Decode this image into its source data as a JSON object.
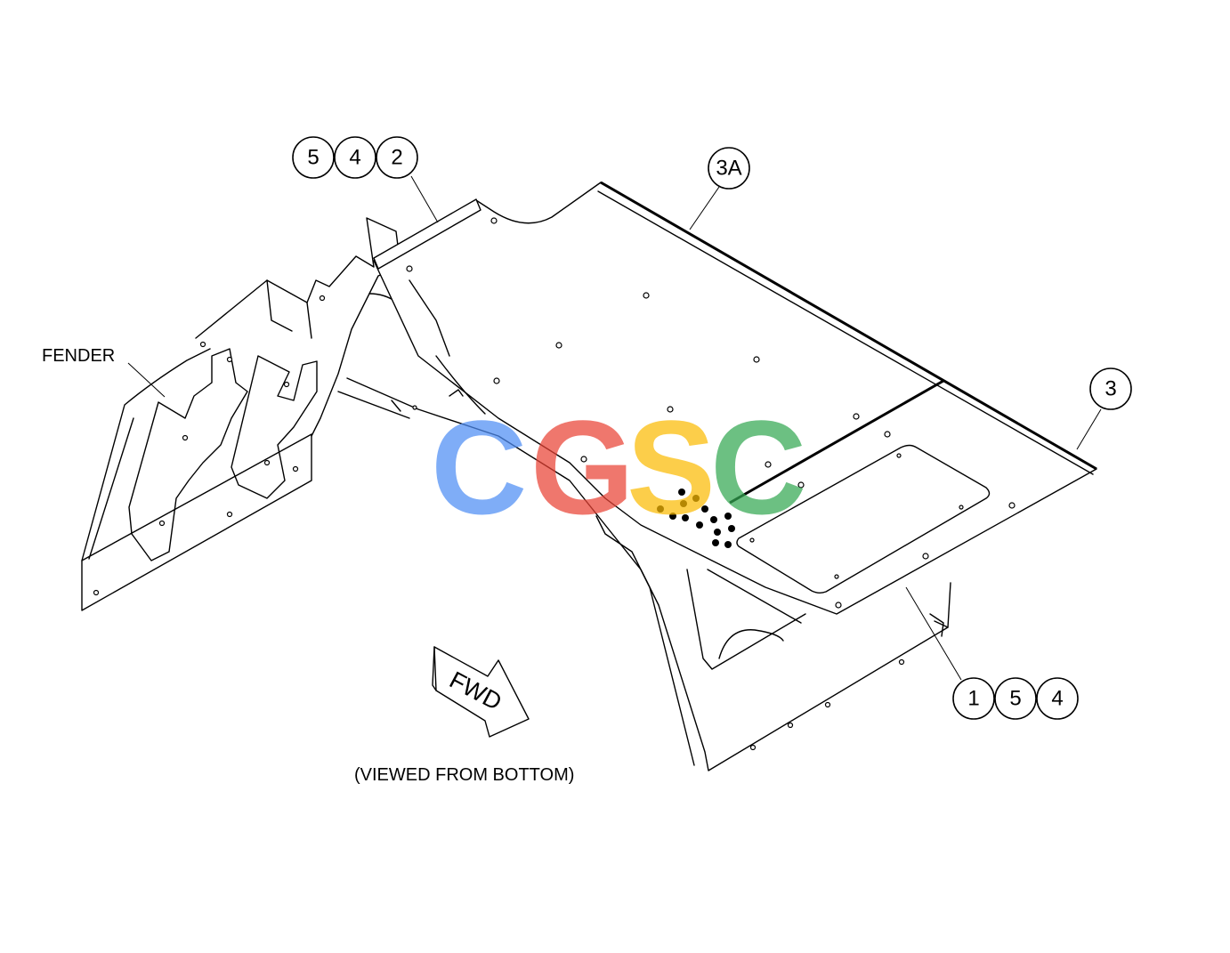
{
  "labels": {
    "fender": "FENDER",
    "view_note": "(VIEWED FROM BOTTOM)",
    "fwd": "FWD"
  },
  "callouts": {
    "top_group": [
      "5",
      "4",
      "2"
    ],
    "top_right": "3A",
    "right": "3",
    "bottom_group": [
      "1",
      "5",
      "4"
    ]
  },
  "watermark": {
    "letters": [
      "C",
      "G",
      "S",
      "C"
    ],
    "colors": [
      "#4f8ef5",
      "#ea4335",
      "#fbbc05",
      "#34a853"
    ]
  }
}
